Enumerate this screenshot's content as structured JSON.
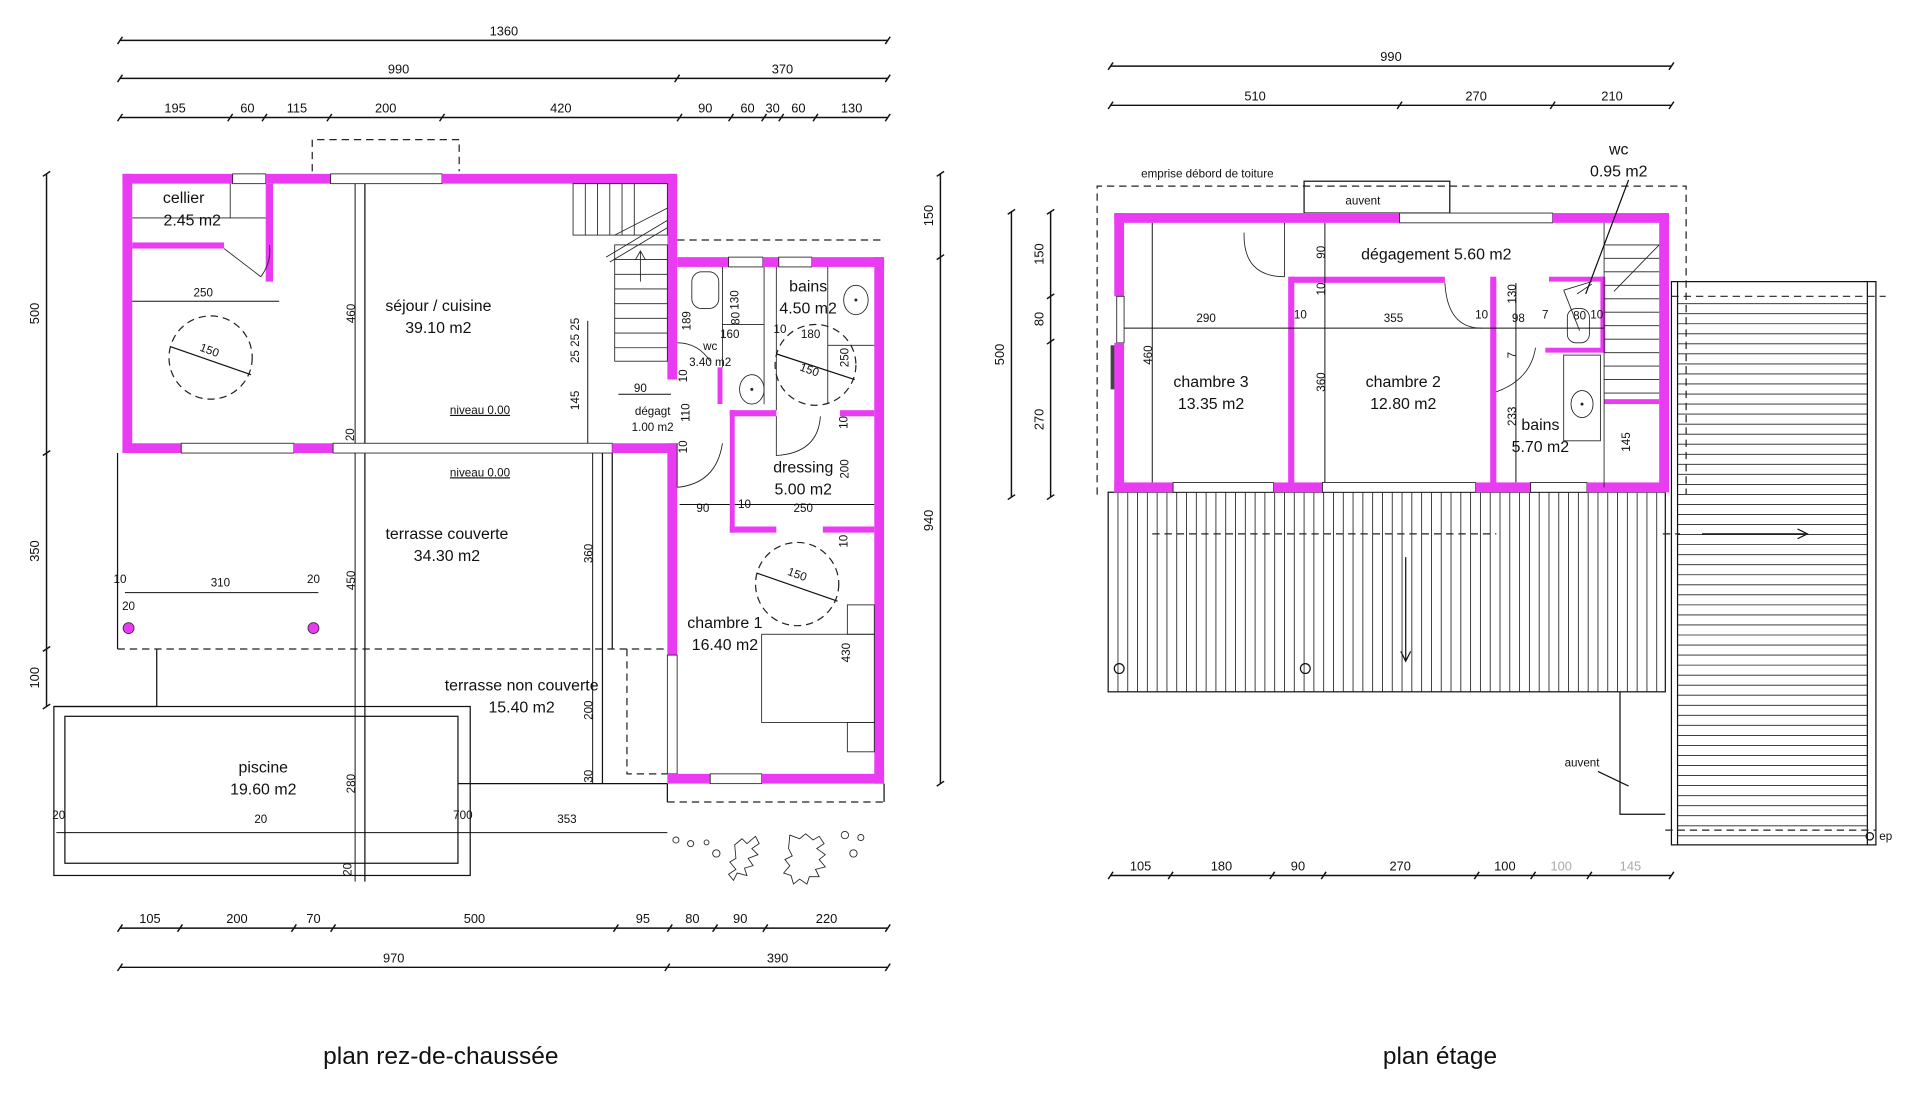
{
  "colors": {
    "wall": "#e93cf2",
    "line": "#111111"
  },
  "ground_floor": {
    "title": "plan rez-de-chaussée",
    "rooms": {
      "cellier": {
        "name": "cellier",
        "area": "2.45 m2"
      },
      "sejour": {
        "name": "séjour / cuisine",
        "area": "39.10 m2"
      },
      "bains": {
        "name": "bains",
        "area": "4.50 m2"
      },
      "wc": {
        "name": "wc",
        "area": "3.40 m2"
      },
      "degagement": {
        "name": "dégagt",
        "area": "1.00 m2"
      },
      "dressing": {
        "name": "dressing",
        "area": "5.00 m2"
      },
      "chambre1": {
        "name": "chambre 1",
        "area": "16.40 m2"
      },
      "terrasse_couverte": {
        "name": "terrasse couverte",
        "area": "34.30 m2"
      },
      "terrasse_non_couverte": {
        "name": "terrasse non couverte",
        "area": "15.40 m2"
      },
      "piscine": {
        "name": "piscine",
        "area": "19.60 m2"
      }
    },
    "levels": [
      "niveau 0.00",
      "niveau 0.00"
    ],
    "dims": {
      "top_total": [
        "1360"
      ],
      "top_main": [
        "990",
        "370"
      ],
      "top_detail": [
        "195",
        "60",
        "115",
        "200",
        "420",
        "90",
        "60",
        "30",
        "60",
        "130"
      ],
      "bottom_detail": [
        "105",
        "200",
        "70",
        "500",
        "95",
        "80",
        "90",
        "220"
      ],
      "bottom_total": [
        "970",
        "390"
      ],
      "left": [
        "500",
        "350",
        "100"
      ],
      "right": [
        "150",
        "940"
      ],
      "interior": [
        "250",
        "460",
        "150",
        "25 25 25",
        "145",
        "20",
        "90",
        "189",
        "130",
        "80",
        "160",
        "10",
        "110",
        "10",
        "10",
        "180",
        "250",
        "150",
        "10",
        "200",
        "90",
        "10",
        "250",
        "10",
        "150",
        "430",
        "360",
        "10",
        "310",
        "20",
        "20",
        "450",
        "200",
        "30",
        "280",
        "20",
        "20",
        "700",
        "20",
        "353"
      ]
    }
  },
  "upper_floor": {
    "title": "plan étage",
    "rooms": {
      "degagement": {
        "label": "dégagement 5.60 m2"
      },
      "chambre3": {
        "name": "chambre 3",
        "area": "13.35 m2"
      },
      "chambre2": {
        "name": "chambre 2",
        "area": "12.80 m2"
      },
      "bains": {
        "name": "bains",
        "area": "5.70 m2"
      },
      "wc": {
        "name": "wc",
        "area": "0.95 m2"
      }
    },
    "annotations": {
      "roof": "emprise débord de toiture",
      "auvent_top": "auvent",
      "auvent_side": "auvent",
      "ep": "ep"
    },
    "dims": {
      "top_total": [
        "990"
      ],
      "top_detail": [
        "510",
        "270",
        "210"
      ],
      "bottom_detail": [
        "105",
        "180",
        "90",
        "270",
        "100",
        "100",
        "145"
      ],
      "left_total": [
        "500"
      ],
      "left_detail": [
        "150",
        "80",
        "270"
      ],
      "interior": [
        "90",
        "10",
        "290",
        "10",
        "355",
        "10",
        "98",
        "7",
        "80",
        "10",
        "130",
        "7",
        "460",
        "360",
        "233",
        "145"
      ]
    }
  }
}
